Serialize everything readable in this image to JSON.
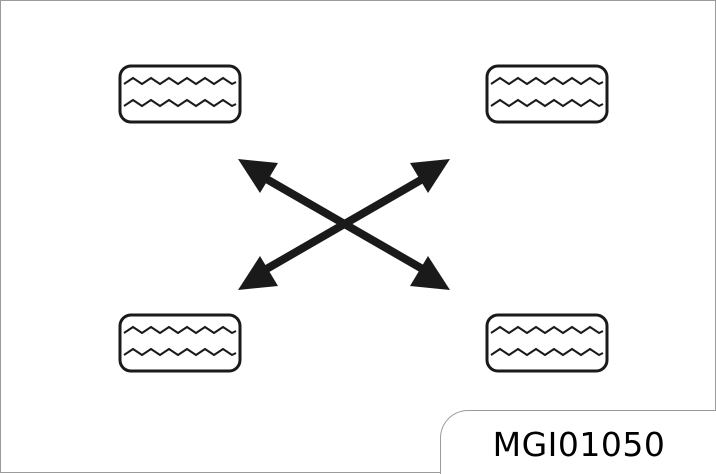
{
  "figure": {
    "code": "MGI01050",
    "tires": [
      {
        "id": "front-left"
      },
      {
        "id": "front-right"
      },
      {
        "id": "rear-left"
      },
      {
        "id": "rear-right"
      }
    ],
    "arrows": [
      {
        "id": "front-left-to-rear-right",
        "double_headed": true
      },
      {
        "id": "front-right-to-rear-left",
        "double_headed": true
      }
    ],
    "colors": {
      "line": "#1a1a1a",
      "border": "#9a9a9a",
      "background": "#ffffff"
    }
  }
}
